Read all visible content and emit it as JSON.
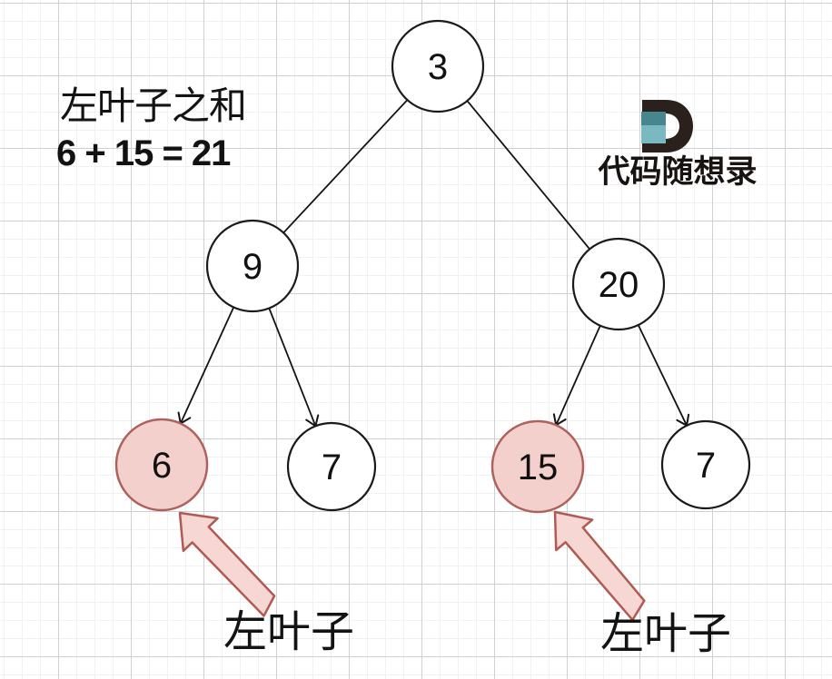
{
  "heading": {
    "title": "左叶子之和",
    "formula": "6 + 15 = 21"
  },
  "brand": {
    "name": "代码随想录"
  },
  "tree": {
    "nodes": [
      {
        "label": "3",
        "highlighted": false
      },
      {
        "label": "9",
        "highlighted": false
      },
      {
        "label": "20",
        "highlighted": false
      },
      {
        "label": "6",
        "highlighted": true
      },
      {
        "label": "7",
        "highlighted": false
      },
      {
        "label": "15",
        "highlighted": true
      },
      {
        "label": "7",
        "highlighted": false
      }
    ]
  },
  "annotations": {
    "left_arrow_label": "左叶子",
    "right_arrow_label": "左叶子"
  },
  "colors": {
    "node_fill": "#ffffff",
    "node_stroke": "#1a1a1a",
    "edge": "#141414",
    "highlight_fill": "#f3d0cc",
    "highlight_stroke": "#ae625b",
    "arrow_fill": "#f6d7d3",
    "arrow_stroke": "#b05a54",
    "logo_dark": "#2a211c",
    "logo_teal_top": "#47858f",
    "logo_teal_bottom": "#7ab9c0"
  }
}
